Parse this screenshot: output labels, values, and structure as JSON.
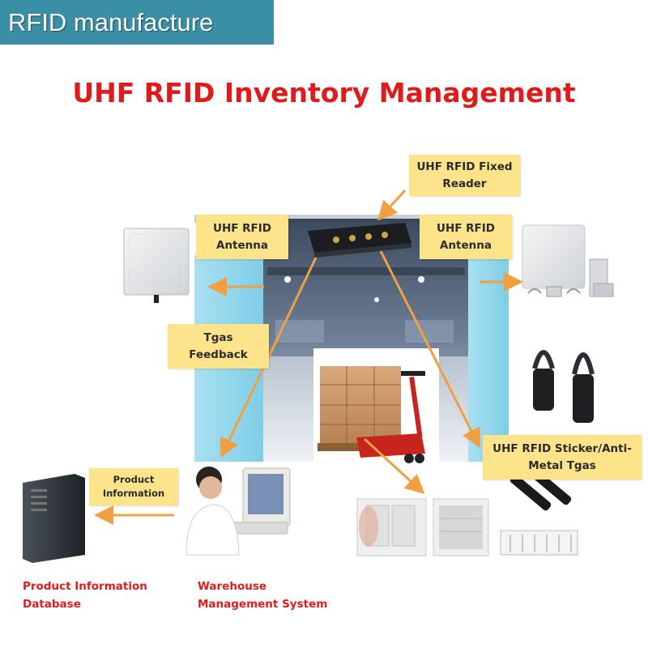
{
  "brand": "RFID manufacture",
  "title": "UHF RFID Inventory Management",
  "labels": {
    "fixed_reader": "UHF RFID Fixed\nReader",
    "antenna_left": "UHF RFID\nAntenna",
    "antenna_right": "UHF RFID\nAntenna",
    "feedback": "Tgas\nFeedback",
    "product_info": "Product\nInformation",
    "sticker": "UHF RFID Sticker/Anti-\nMetal Tgas",
    "database": "Product Information\nDatabase",
    "wms": "Warehouse\nManagement System"
  },
  "colors": {
    "brand_bg": "#3a8ea6",
    "title_red": "#e01b1b",
    "note_yellow": "#fde38a",
    "arrow_orange": "#f0a040"
  }
}
